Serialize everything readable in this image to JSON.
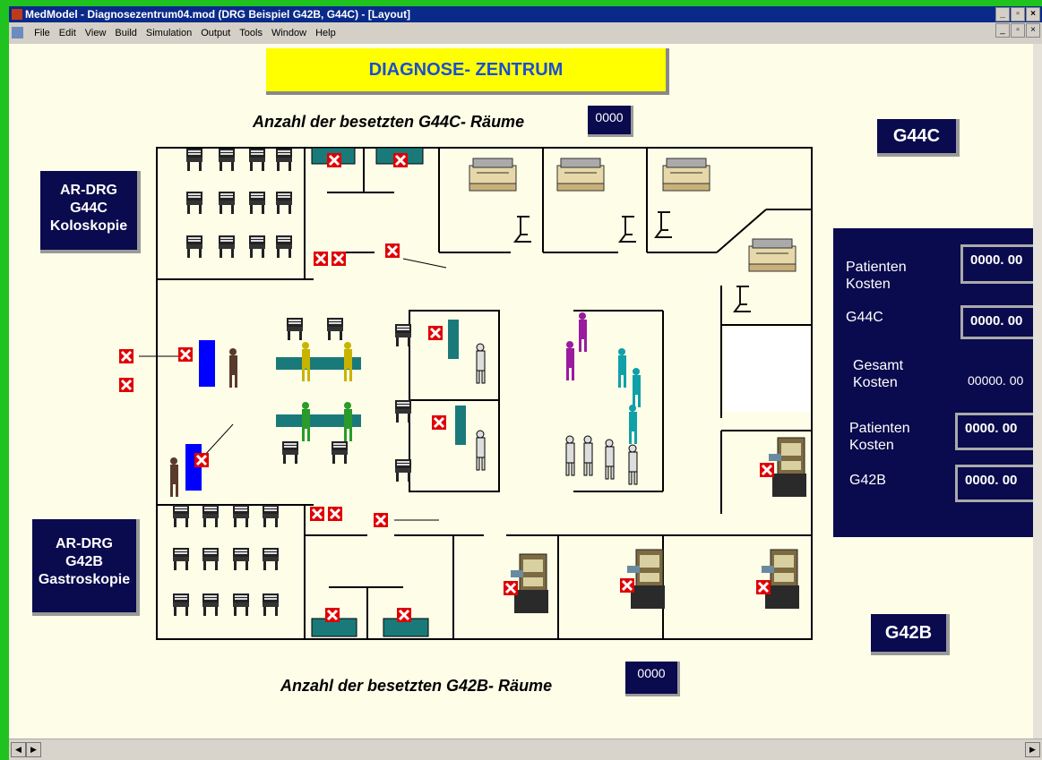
{
  "titlebar": {
    "text": "MedModel - Diagnosezentrum04.mod (DRG Beispiel G42B, G44C) - [Layout]"
  },
  "menubar": {
    "items": [
      "File",
      "Edit",
      "View",
      "Build",
      "Simulation",
      "Output",
      "Tools",
      "Window",
      "Help"
    ]
  },
  "window_buttons": {
    "minimize": "_",
    "restore": "▫",
    "close": "×"
  },
  "layout": {
    "header": "DIAGNOSE- ZENTRUM",
    "g44c_rooms_label": "Anzahl der besetzten G44C- Räume",
    "g44c_rooms_counter": "0000",
    "g42b_rooms_label": "Anzahl der besetzten G42B- Räume",
    "g42b_rooms_counter": "0000",
    "ardrg_top": {
      "line1": "AR-DRG",
      "line2": "G44C",
      "line3": "Koloskopie"
    },
    "ardrg_bottom": {
      "line1": "AR-DRG",
      "line2": "G42B",
      "line3": "Gastroskopie"
    },
    "g44c_tag": "G44C",
    "g42b_tag": "G42B"
  },
  "info_panel": {
    "patienten_kosten_1": "Patienten\nKosten",
    "value_1": "0000. 00",
    "g44c_label": "G44C",
    "value_2": "0000. 00",
    "gesamt_kosten": "Gesamt\nKosten",
    "value_3": "00000. 00",
    "patienten_kosten_2": "Patienten\nKosten",
    "value_4": "0000. 00",
    "g42b_label": "G42B",
    "value_5": "0000. 00"
  },
  "colors": {
    "title_bg": "#0a2a8a",
    "panel_bg": "#0a0a4e",
    "header_bg": "#ffff00",
    "header_text": "#1a4fd0",
    "canvas_bg": "#fdfde8",
    "teal": "#1a7a7a",
    "blue_bed": "#0000ff",
    "marker": "#e00000"
  },
  "icons": [
    "app-icon",
    "chair-icon",
    "bed-icon",
    "desk-icon",
    "printer-icon",
    "chair-wheel-icon",
    "x-marker-icon",
    "doctor-icon",
    "patient-icon",
    "nurse-icon",
    "endoscopy-tower-icon"
  ]
}
